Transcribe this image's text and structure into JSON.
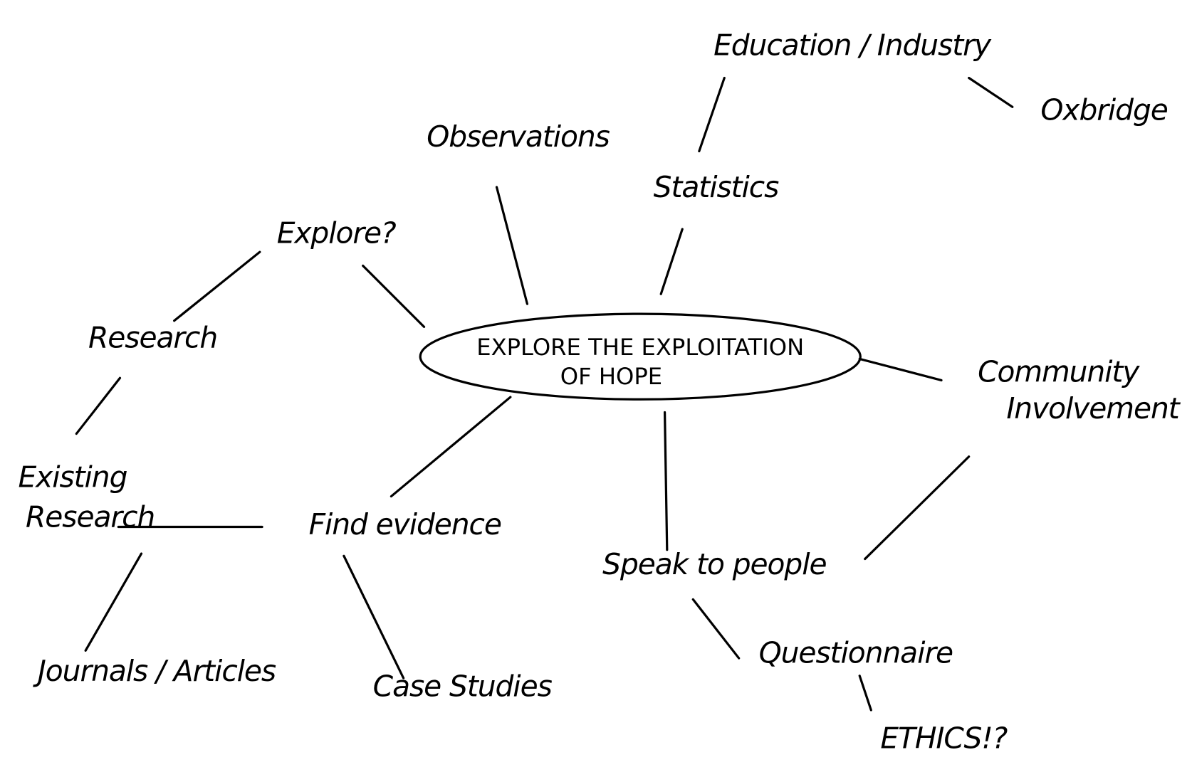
{
  "center": {
    "line1": "EXPLORE THE EXPLOITATION",
    "line2": "OF HOPE"
  },
  "nodes": {
    "education_industry": "Education / Industry",
    "oxbridge": "Oxbridge",
    "observations": "Observations",
    "statistics": "Statistics",
    "explore": "Explore?",
    "research": "Research",
    "community_1": "Community",
    "community_2": "Involvement",
    "existing_1": "Existing",
    "existing_2": "Research",
    "find_evidence": "Find evidence",
    "speak_to_people": "Speak to people",
    "questionnaire": "Questionnaire",
    "journals_articles": "Journals / Articles",
    "case_studies": "Case Studies",
    "ethics": "ETHICS!?"
  }
}
